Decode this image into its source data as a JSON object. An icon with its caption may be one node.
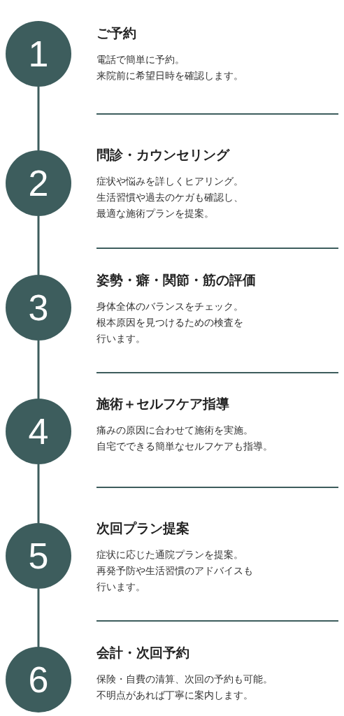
{
  "diagram": {
    "nodes": [
      {
        "text": [
          "1"
        ],
        "beside": [
          "ご予約",
          "電話で簡単に予約。",
          "来院前に希望日時を確認します。"
        ]
      },
      {
        "text": [
          "2"
        ],
        "beside": [
          "問診・カウンセリング",
          "症状や悩みを詳しくヒアリング。",
          "生活習慣や過去のケガも確認し、最適な施術プランを提案。"
        ]
      },
      {
        "text": [
          "3"
        ],
        "beside": [
          "姿勢・癖・関節・筋の評価",
          "身体全体のバランスをチェック。",
          "根本原因を見つけるための検査を行います。"
        ]
      },
      {
        "text": [
          "4"
        ],
        "beside": [
          "施術＋セルフケア指導",
          "痛みの原因に合わせて施術を実施。",
          "自宅でできる簡単なセルフケアも指導。"
        ]
      },
      {
        "text": [
          "5"
        ],
        "beside": [
          "次回プラン提案",
          "症状に応じた通院プランを提案。",
          "再発予防や生活習慣のアドバイスも行います。"
        ]
      },
      {
        "text": [
          "6"
        ],
        "beside": [
          "会計・次回予約",
          "保険・自費の清算、次回の予約も可能。",
          "不明点があれば丁寧に案内します。"
        ]
      }
    ],
    "edges": [
      {
        "from": 0,
        "to": 1,
        "arrow": "none"
      },
      {
        "from": 1,
        "to": 2,
        "arrow": "none"
      },
      {
        "from": 2,
        "to": 3,
        "arrow": "none"
      },
      {
        "from": 3,
        "to": 4,
        "arrow": "none"
      },
      {
        "from": 4,
        "to": 5,
        "arrow": "none"
      }
    ]
  }
}
